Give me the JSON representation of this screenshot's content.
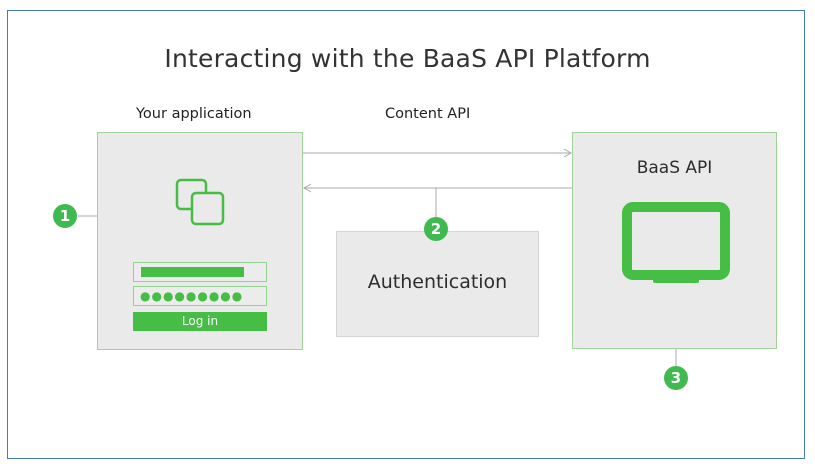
{
  "diagram": {
    "title": "Interacting with the BaaS API Platform",
    "labels": {
      "your_application": "Your application",
      "content_api": "Content API"
    },
    "login_form": {
      "password_mask": "●●●●●●●●●",
      "login_button": "Log in"
    },
    "authentication_box": "Authentication",
    "baas_box": "BaaS API",
    "badges": [
      "1",
      "2",
      "3"
    ],
    "colors": {
      "accent_green": "#46bd45",
      "badge_green": "#3fb950",
      "box_fill": "#eaeaea",
      "frame_border": "#4a78c2"
    },
    "icons": [
      "stacked-windows-icon",
      "monitor-icon",
      "arrow-right-icon",
      "arrow-left-icon"
    ]
  }
}
